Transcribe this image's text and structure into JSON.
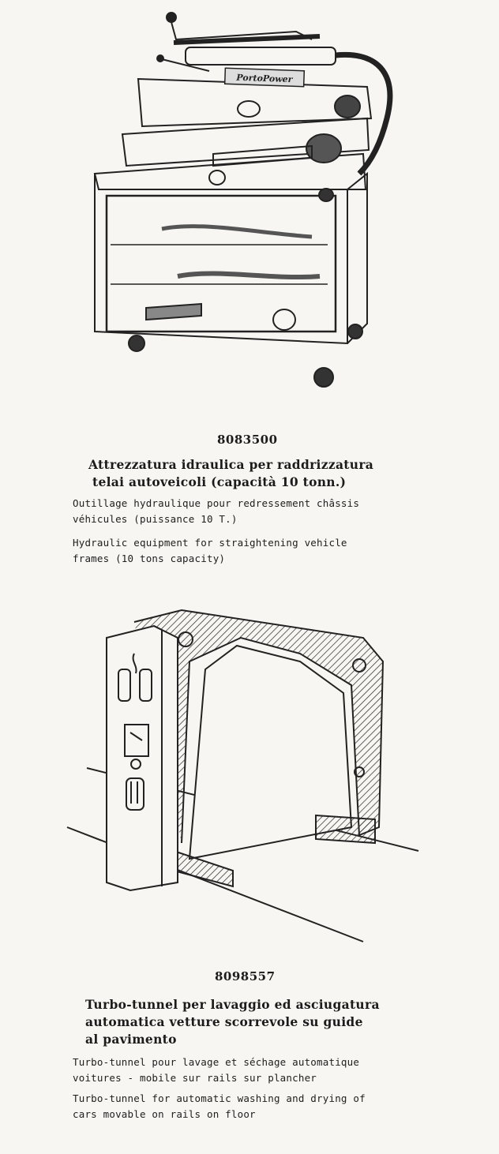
{
  "products": [
    {
      "code": "8083500",
      "logo_text": "PortoPower",
      "italian": [
        "Attrezzatura idraulica per raddrizzatura",
        "telai autoveicoli (capacità 10 tonn.)"
      ],
      "french": [
        "Outillage hydraulique pour redressement châssis",
        "véhicules (puissance 10 T.)"
      ],
      "english": [
        "Hydraulic equipment for straightening vehicle",
        "frames (10 tons capacity)"
      ]
    },
    {
      "code": "8098557",
      "italian": [
        "Turbo-tunnel per lavaggio ed asciugatura",
        "automatica vetture scorrevole su guide",
        "al pavimento"
      ],
      "french": [
        "Turbo-tunnel pour lavage et séchage automatique",
        "voitures - mobile sur rails sur plancher"
      ],
      "english": [
        "Turbo-tunnel for automatic washing and drying of",
        "cars movable on rails on floor"
      ]
    }
  ]
}
